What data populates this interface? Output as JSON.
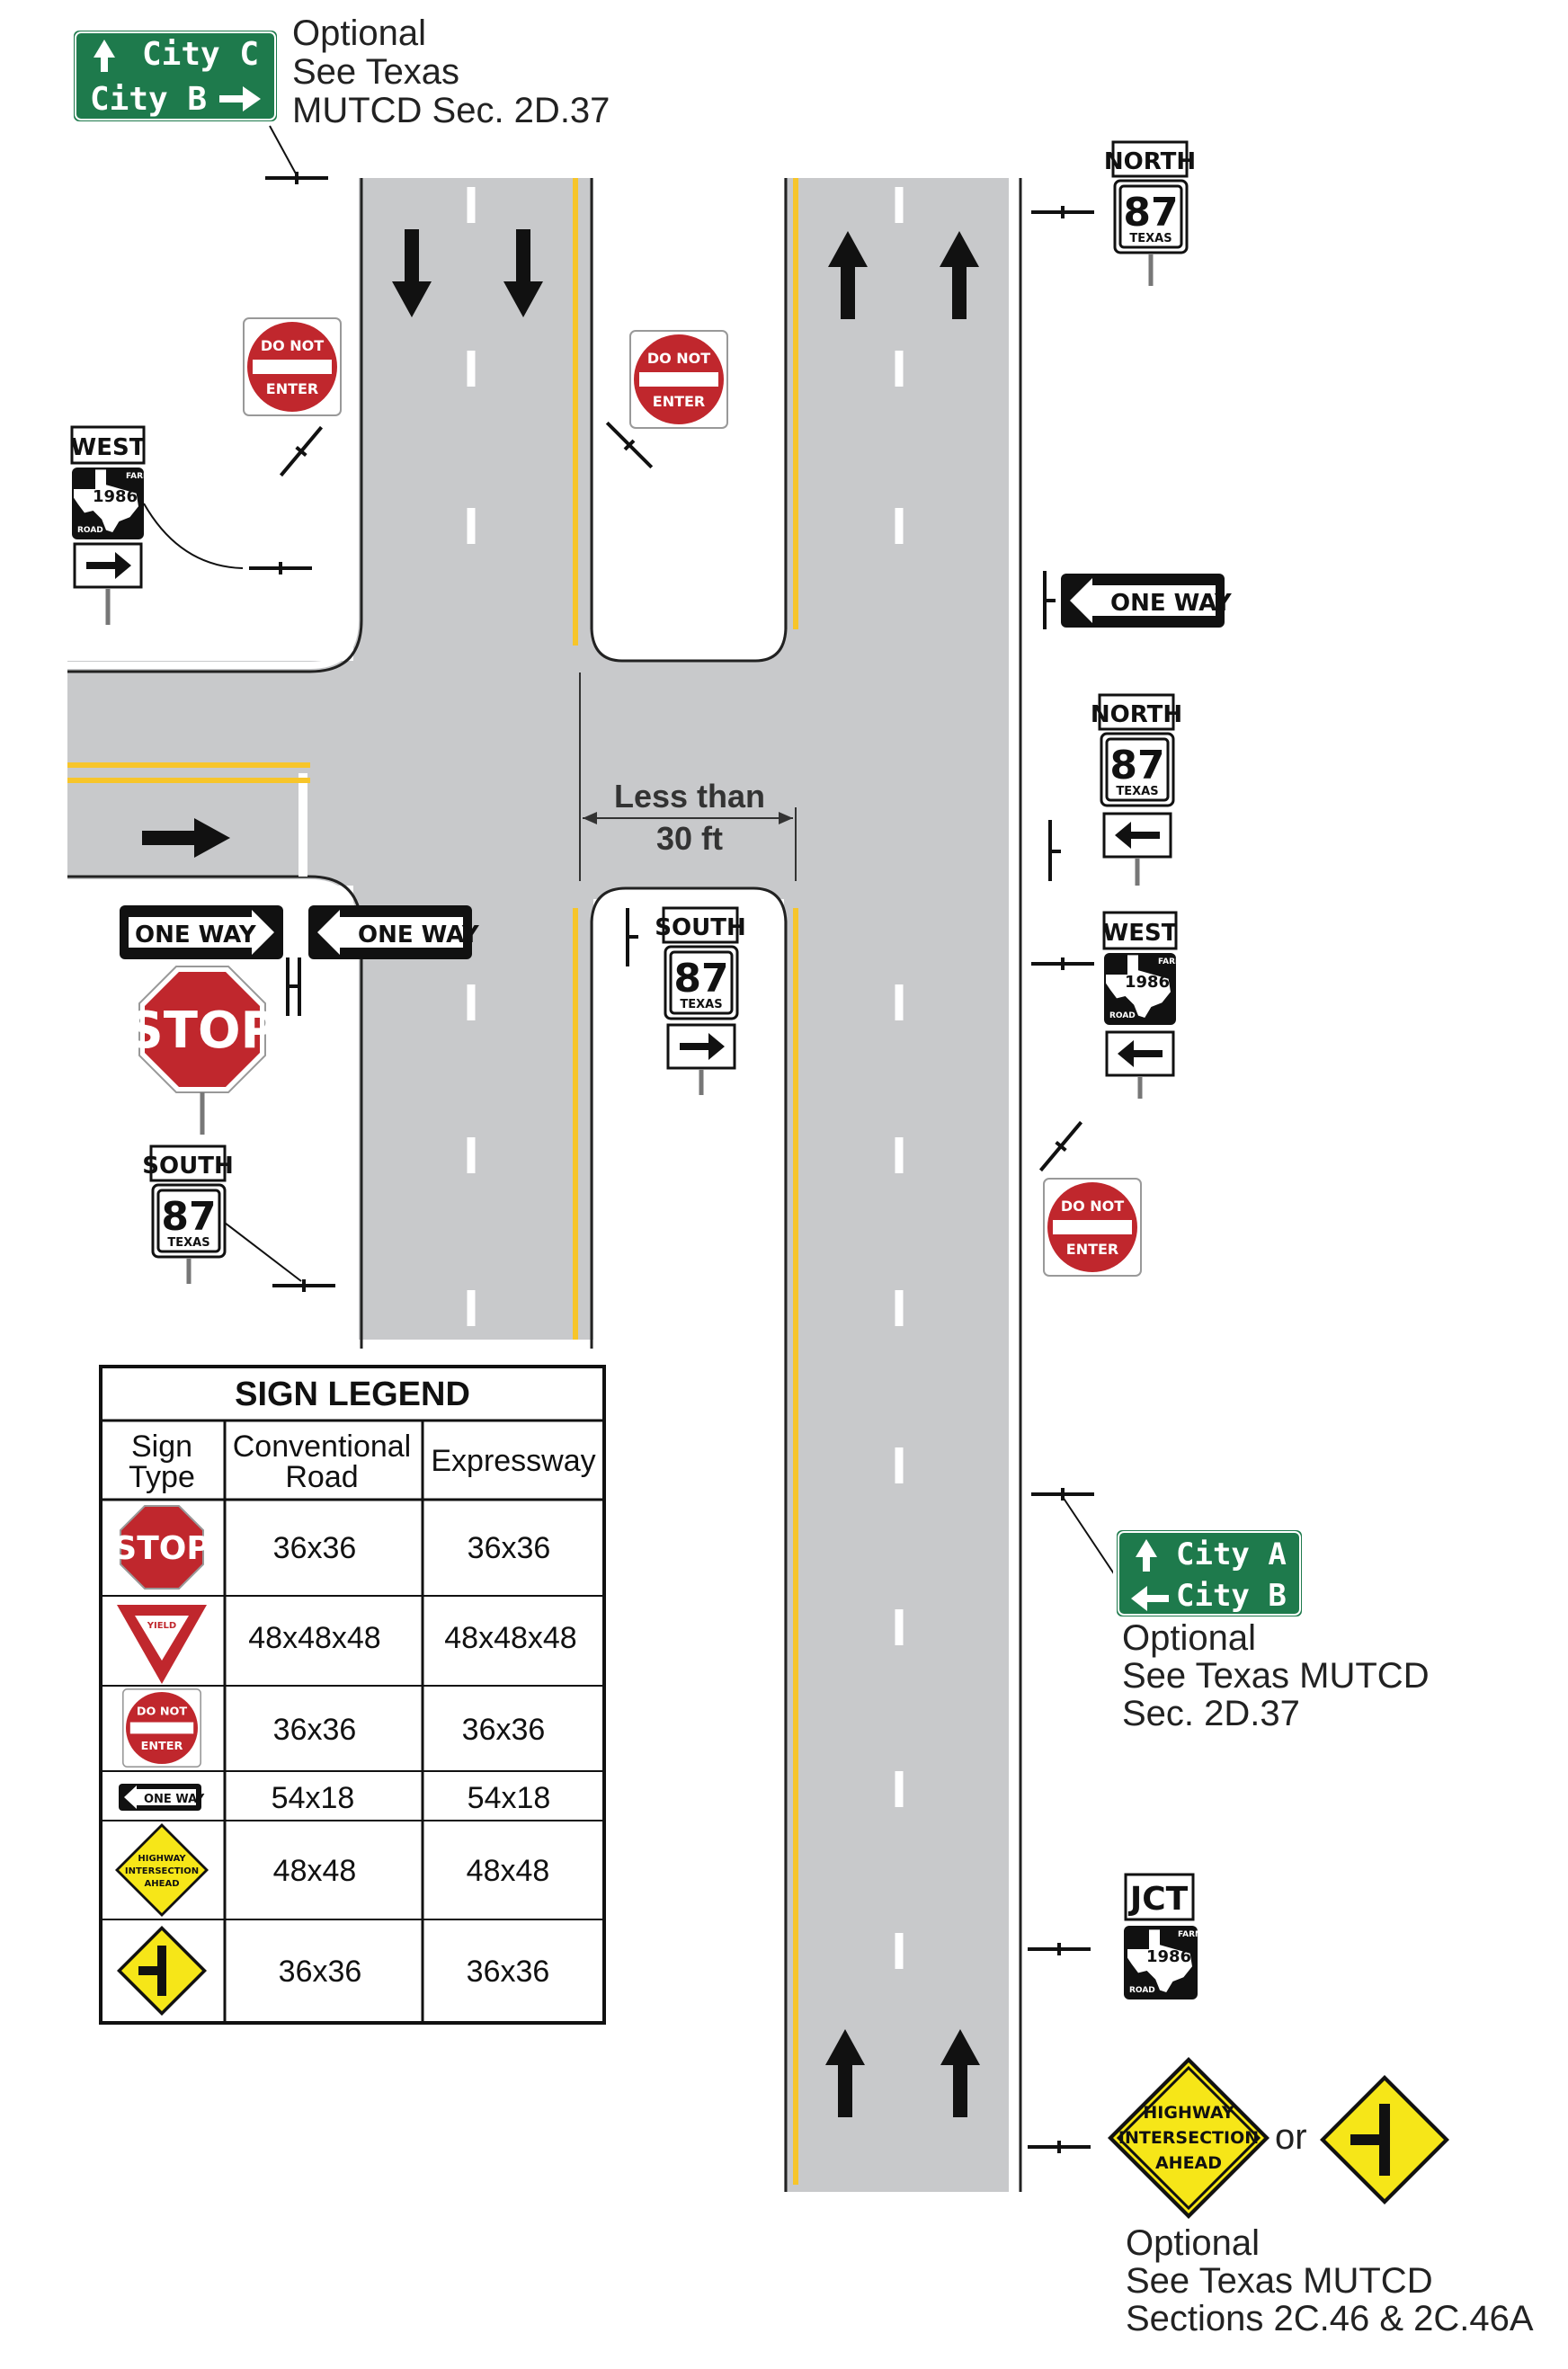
{
  "colors": {
    "pavement": "#c8c9cb",
    "yellow_line": "#f7c52a",
    "lane_marking": "#ffffff",
    "sign_red": "#c0272d",
    "guide_green": "#1e7a4c",
    "warning_yellow": "#f6e618",
    "black": "#111111"
  },
  "guide_sign_top": {
    "line1": "City C",
    "line2": "City B",
    "note": [
      "Optional",
      "See Texas",
      "MUTCD Sec. 2D.37"
    ]
  },
  "guide_sign_bottom": {
    "line1": "City A",
    "line2": "City B",
    "note": [
      "Optional",
      "See Texas MUTCD",
      "Sec. 2D.37"
    ]
  },
  "warning_note": {
    "or": "or",
    "note": [
      "Optional",
      "See Texas MUTCD",
      "Sections 2C.46 & 2C.46A"
    ]
  },
  "dimension": {
    "line1": "Less than",
    "line2": "30 ft"
  },
  "signs": {
    "do_not_1": "DO NOT",
    "do_not_2": "ENTER",
    "one_way": "ONE WAY",
    "stop": "STOP",
    "north": "NORTH",
    "south": "SOUTH",
    "west": "WEST",
    "jct": "JCT",
    "route": "87",
    "state": "TEXAS",
    "farm": "FARM",
    "road": "ROAD",
    "fm_route": "1986",
    "yield": "YIELD",
    "hia_1": "HIGHWAY",
    "hia_2": "INTERSECTION",
    "hia_3": "AHEAD"
  },
  "legend": {
    "title": "SIGN LEGEND",
    "headers": [
      "Sign\nType",
      "Conventional\nRoad",
      "Expressway"
    ],
    "header_sign_type": [
      "Sign",
      "Type"
    ],
    "header_conventional": [
      "Conventional",
      "Road"
    ],
    "header_expressway": "Expressway",
    "rows": [
      {
        "sign": "stop-sign",
        "conventional": "36x36",
        "expressway": "36x36"
      },
      {
        "sign": "yield-sign",
        "conventional": "48x48x48",
        "expressway": "48x48x48"
      },
      {
        "sign": "do-not-enter-sign",
        "conventional": "36x36",
        "expressway": "36x36"
      },
      {
        "sign": "one-way-sign",
        "conventional": "54x18",
        "expressway": "54x18"
      },
      {
        "sign": "highway-intersection-ahead-sign",
        "conventional": "48x48",
        "expressway": "48x48"
      },
      {
        "sign": "side-road-sign",
        "conventional": "36x36",
        "expressway": "36x36"
      }
    ]
  }
}
